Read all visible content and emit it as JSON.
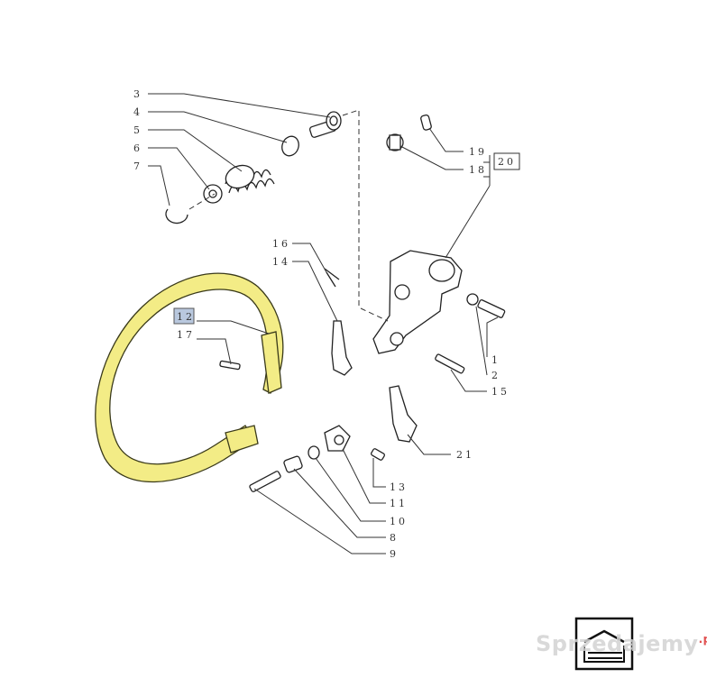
{
  "callouts": [
    "3",
    "4",
    "5",
    "6",
    "7",
    "19",
    "18",
    "20",
    "16",
    "14",
    "12",
    "17",
    "1",
    "2",
    "15",
    "21",
    "13",
    "11",
    "10",
    "8",
    "9"
  ],
  "highlight_color": "#f3ec86",
  "selected_callout_color": "#b9c8de",
  "watermark": {
    "text": "Sprzedajemy",
    "suffix": ".pl"
  },
  "logo_icon": "book-icon"
}
